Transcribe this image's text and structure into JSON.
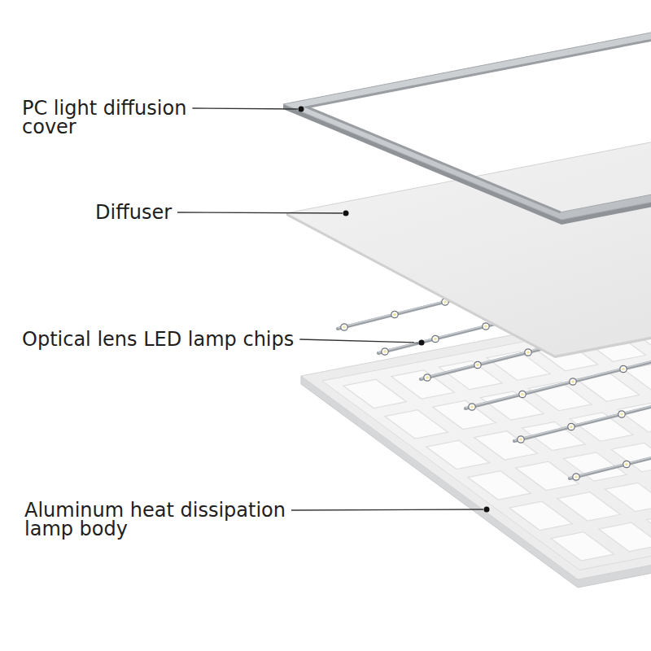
{
  "diagram": {
    "labels": [
      "PC light diffusion cover",
      "Diffuser",
      "Optical lens LED lamp chips",
      "Aluminum heat dissipation lamp body"
    ]
  }
}
